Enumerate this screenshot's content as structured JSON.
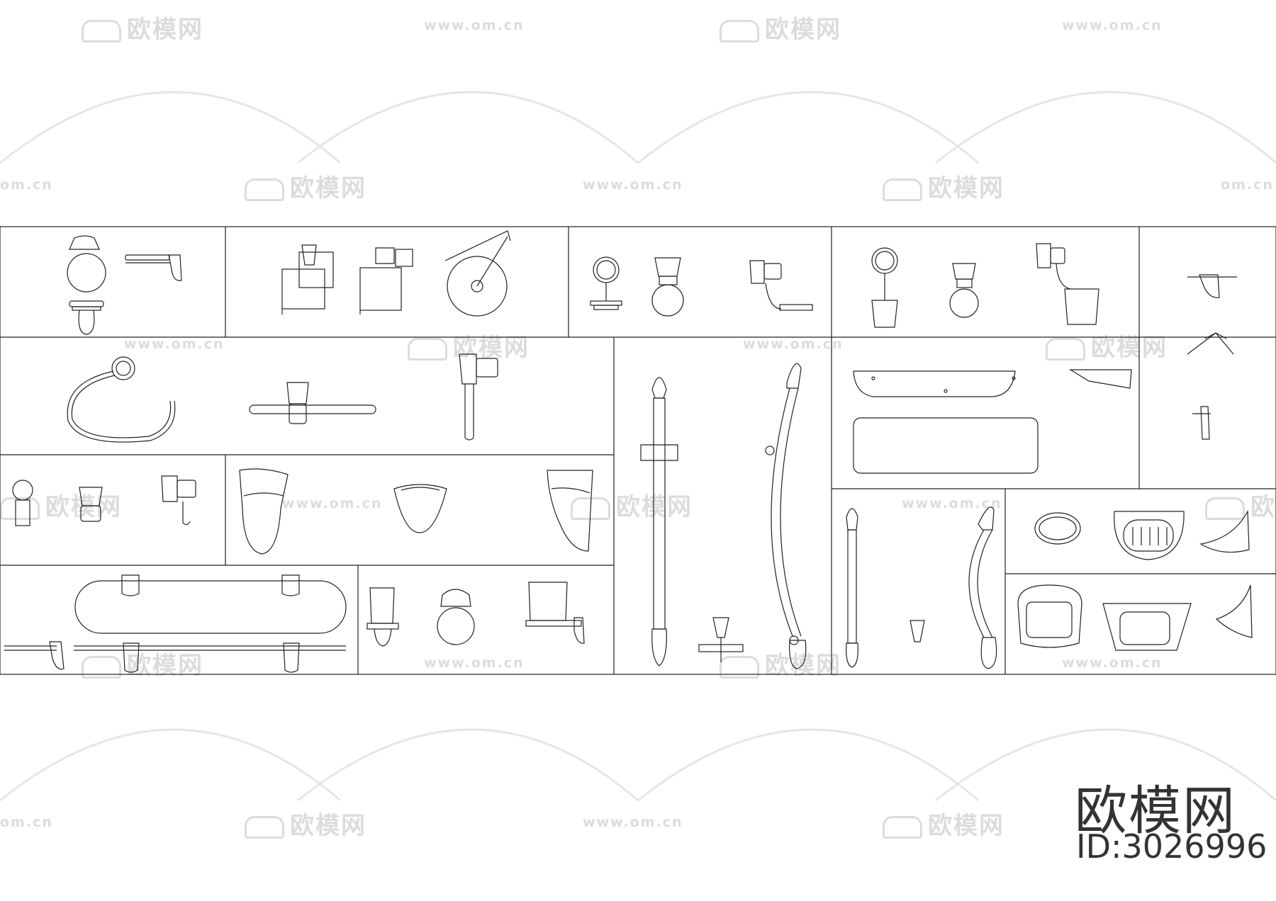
{
  "watermark": {
    "brand": "欧模网",
    "url": "www.om.cn",
    "url_partial": "om.cn",
    "color": "#dcdcdc"
  },
  "footer": {
    "brand": "欧模网",
    "id_text": "ID:3026996"
  },
  "drawing": {
    "line_color": "#222222",
    "background": "#ffffff"
  }
}
